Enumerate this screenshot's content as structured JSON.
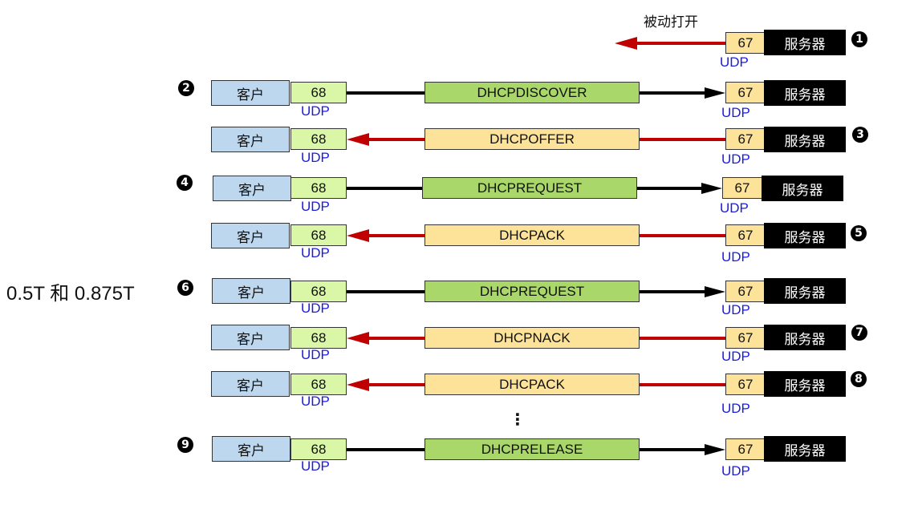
{
  "passive_open_label": "被动打开",
  "server_label": "服务器",
  "client_label": "客户",
  "client_port": "68",
  "server_port": "67",
  "udp_label": "UDP",
  "renewal_label": "0.5T 和 0.875T",
  "ellipsis": "⋮",
  "step_numbers": [
    "1",
    "2",
    "3",
    "4",
    "5",
    "6",
    "7",
    "8",
    "9"
  ],
  "messages": [
    {
      "name": "DHCPDISCOVER",
      "direction": "client-to-server"
    },
    {
      "name": "DHCPOFFER",
      "direction": "server-to-client"
    },
    {
      "name": "DHCPREQUEST",
      "direction": "client-to-server"
    },
    {
      "name": "DHCPACK",
      "direction": "server-to-client"
    },
    {
      "name": "DHCPREQUEST",
      "direction": "client-to-server"
    },
    {
      "name": "DHCPNACK",
      "direction": "server-to-client"
    },
    {
      "name": "DHCPACK",
      "direction": "server-to-client"
    },
    {
      "name": "DHCPRELEASE",
      "direction": "client-to-server"
    }
  ],
  "colors": {
    "client_fill": "#bdd7ee",
    "client_port_fill": "#d9f7a6",
    "server_port_fill": "#fde39a",
    "request_fill": "#a9d76a",
    "response_fill": "#fde39a",
    "request_arrow": "#000000",
    "response_arrow": "#c00000",
    "udp_text": "#1a1ae0"
  }
}
